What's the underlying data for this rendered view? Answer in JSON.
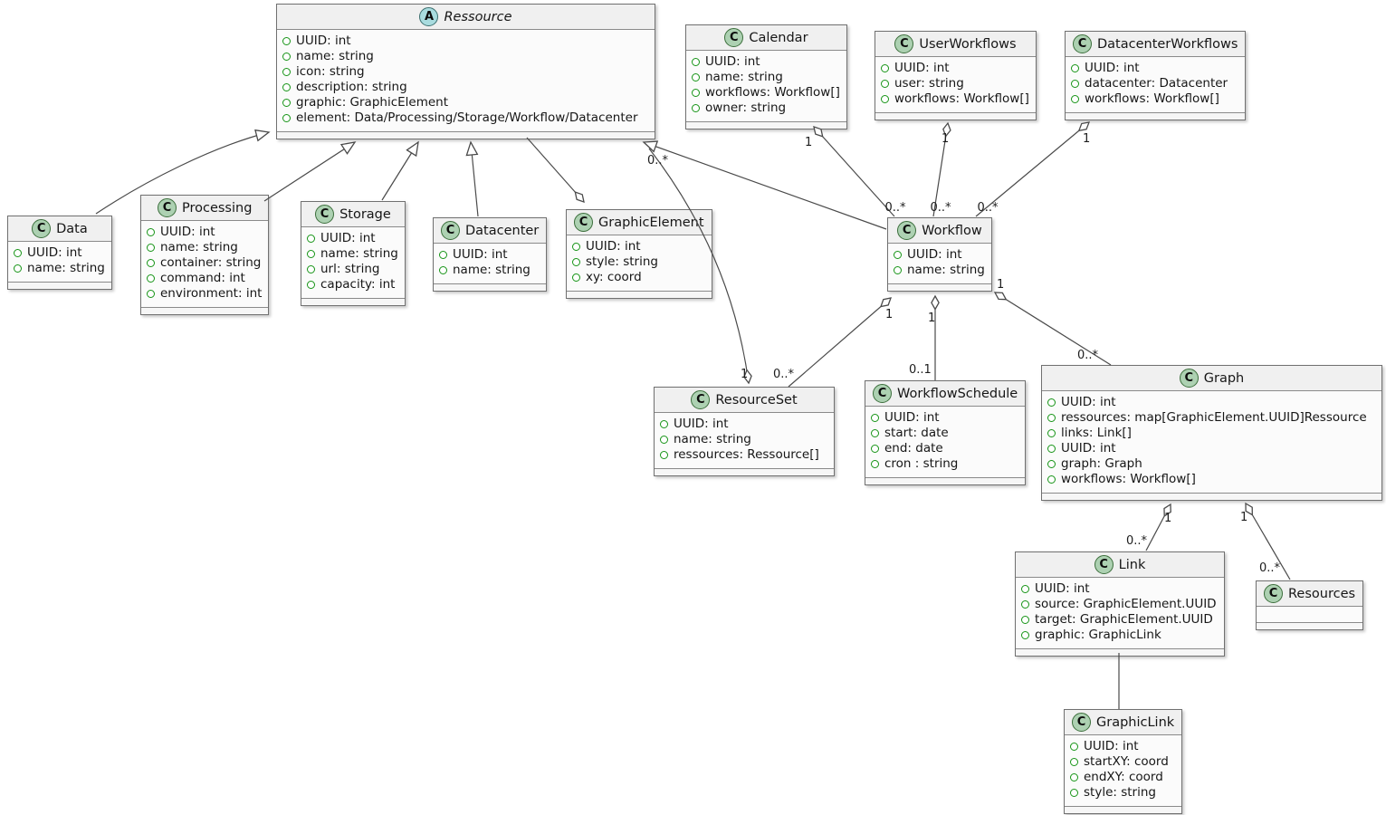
{
  "icons": {
    "class_letter": "C",
    "abstract_letter": "A"
  },
  "colors": {
    "class_icon_fill": "#ADD1B2",
    "abstract_icon_fill": "#A9DCDF",
    "box_header_fill": "#F0F0F0",
    "box_body_fill": "#FBFBFB",
    "box_border": "#707070",
    "edge_stroke": "#4a4a4a",
    "field_bullet_green": "#169416"
  },
  "classes": [
    {
      "name": "Ressource",
      "kind": "abstract class",
      "attributes": [
        "UUID: int",
        "name: string",
        "icon: string",
        "description: string",
        "graphic: GraphicElement",
        "element: Data/Processing/Storage/Workflow/Datacenter"
      ]
    },
    {
      "name": "Calendar",
      "kind": "class",
      "attributes": [
        "UUID: int",
        "name: string",
        "workflows: Workflow[]",
        "owner: string"
      ]
    },
    {
      "name": "UserWorkflows",
      "kind": "class",
      "attributes": [
        "UUID: int",
        "user: string",
        "workflows: Workflow[]"
      ]
    },
    {
      "name": "DatacenterWorkflows",
      "kind": "class",
      "attributes": [
        "UUID: int",
        "datacenter: Datacenter",
        "workflows: Workflow[]"
      ]
    },
    {
      "name": "Data",
      "kind": "class",
      "attributes": [
        "UUID: int",
        "name: string"
      ]
    },
    {
      "name": "Processing",
      "kind": "class",
      "attributes": [
        "UUID: int",
        "name: string",
        "container: string",
        "command: int",
        "environment: int"
      ]
    },
    {
      "name": "Storage",
      "kind": "class",
      "attributes": [
        "UUID: int",
        "name: string",
        "url: string",
        "capacity: int"
      ]
    },
    {
      "name": "Datacenter",
      "kind": "class",
      "attributes": [
        "UUID: int",
        "name: string"
      ]
    },
    {
      "name": "GraphicElement",
      "kind": "class",
      "attributes": [
        "UUID: int",
        "style: string",
        "xy: coord"
      ]
    },
    {
      "name": "Workflow",
      "kind": "class",
      "attributes": [
        "UUID: int",
        "name: string"
      ]
    },
    {
      "name": "ResourceSet",
      "kind": "class",
      "attributes": [
        "UUID: int",
        "name: string",
        "ressources: Ressource[]"
      ]
    },
    {
      "name": "WorkflowSchedule",
      "kind": "class",
      "attributes": [
        "UUID: int",
        "start: date",
        "end: date",
        "cron : string"
      ]
    },
    {
      "name": "Graph",
      "kind": "class",
      "attributes": [
        "UUID: int",
        "ressources: map[GraphicElement.UUID]Ressource",
        "links: Link[]",
        "UUID: int",
        "graph: Graph",
        "workflows: Workflow[]"
      ]
    },
    {
      "name": "Link",
      "kind": "class",
      "attributes": [
        "UUID: int",
        "source: GraphicElement.UUID",
        "target: GraphicElement.UUID",
        "graphic: GraphicLink"
      ]
    },
    {
      "name": "Resources",
      "kind": "class",
      "attributes": []
    },
    {
      "name": "GraphicLink",
      "kind": "class",
      "attributes": [
        "UUID: int",
        "startXY: coord",
        "endXY: coord",
        "style: string"
      ]
    }
  ],
  "relationships": [
    {
      "from": "Data",
      "to": "Ressource",
      "type": "inheritance"
    },
    {
      "from": "Processing",
      "to": "Ressource",
      "type": "inheritance"
    },
    {
      "from": "Storage",
      "to": "Ressource",
      "type": "inheritance"
    },
    {
      "from": "Datacenter",
      "to": "Ressource",
      "type": "inheritance"
    },
    {
      "from": "Workflow",
      "to": "Ressource",
      "type": "inheritance"
    },
    {
      "from": "Ressource",
      "to": "GraphicElement",
      "type": "aggregation"
    },
    {
      "from": "Calendar",
      "to": "Workflow",
      "type": "aggregation",
      "from_mult": "1",
      "to_mult": "0..*"
    },
    {
      "from": "UserWorkflows",
      "to": "Workflow",
      "type": "aggregation",
      "from_mult": "1",
      "to_mult": "0..*"
    },
    {
      "from": "DatacenterWorkflows",
      "to": "Workflow",
      "type": "aggregation",
      "from_mult": "1",
      "to_mult": "0..*"
    },
    {
      "from": "ResourceSet",
      "to": "Ressource",
      "type": "aggregation",
      "from_mult": "1",
      "to_mult": "0..*"
    },
    {
      "from": "Workflow",
      "to": "ResourceSet",
      "type": "aggregation",
      "from_mult": "1",
      "to_mult": "0..*"
    },
    {
      "from": "Workflow",
      "to": "WorkflowSchedule",
      "type": "aggregation",
      "from_mult": "1",
      "to_mult": "0..1"
    },
    {
      "from": "Workflow",
      "to": "Graph",
      "type": "aggregation",
      "from_mult": "1",
      "to_mult": "0..*"
    },
    {
      "from": "Graph",
      "to": "Link",
      "type": "aggregation",
      "from_mult": "1",
      "to_mult": "0..*"
    },
    {
      "from": "Graph",
      "to": "Resources",
      "type": "aggregation",
      "from_mult": "1",
      "to_mult": "0..*"
    },
    {
      "from": "Link",
      "to": "GraphicLink",
      "type": "association"
    }
  ],
  "multiplicities": [
    {
      "text": "1"
    },
    {
      "text": "0..*"
    },
    {
      "text": "0..*"
    },
    {
      "text": "0..*"
    },
    {
      "text": "1"
    },
    {
      "text": "1"
    },
    {
      "text": "0..*"
    },
    {
      "text": "1"
    },
    {
      "text": "0..*"
    },
    {
      "text": "1"
    },
    {
      "text": "1"
    },
    {
      "text": "1"
    },
    {
      "text": "0..1"
    },
    {
      "text": "0..*"
    },
    {
      "text": "1"
    },
    {
      "text": "0..*"
    },
    {
      "text": "1"
    },
    {
      "text": "0..*"
    }
  ]
}
